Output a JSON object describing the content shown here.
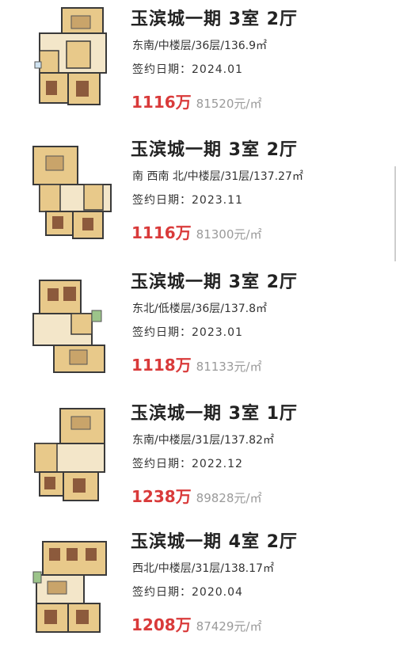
{
  "listings": [
    {
      "title": "玉滨城一期 3室 2厅",
      "attrs": "东南/中楼层/36层/136.9㎡",
      "signed_label": "签约日期：",
      "signed_date": "2024.01",
      "total": "1116万",
      "unit_price": "81520元/㎡"
    },
    {
      "title": "玉滨城一期 3室 2厅",
      "attrs": "南 西南 北/中楼层/31层/137.27㎡",
      "signed_label": "签约日期：",
      "signed_date": "2023.11",
      "total": "1116万",
      "unit_price": "81300元/㎡"
    },
    {
      "title": "玉滨城一期 3室 2厅",
      "attrs": "东北/低楼层/36层/137.8㎡",
      "signed_label": "签约日期：",
      "signed_date": "2023.01",
      "total": "1118万",
      "unit_price": "81133元/㎡"
    },
    {
      "title": "玉滨城一期 3室 1厅",
      "attrs": "东南/中楼层/31层/137.82㎡",
      "signed_label": "签约日期：",
      "signed_date": "2022.12",
      "total": "1238万",
      "unit_price": "89828元/㎡"
    },
    {
      "title": "玉滨城一期 4室 2厅",
      "attrs": "西北/中楼层/31层/138.17㎡",
      "signed_label": "签约日期：",
      "signed_date": "2020.04",
      "total": "1208万",
      "unit_price": "87429元/㎡"
    }
  ],
  "colors": {
    "price": "#d93a3a",
    "unit_price": "#9a9a9a",
    "plan_floor": "#e8c98a",
    "plan_wall": "#3a3a3a"
  },
  "icons": {
    "thumbnail": "floor-plan-image"
  }
}
